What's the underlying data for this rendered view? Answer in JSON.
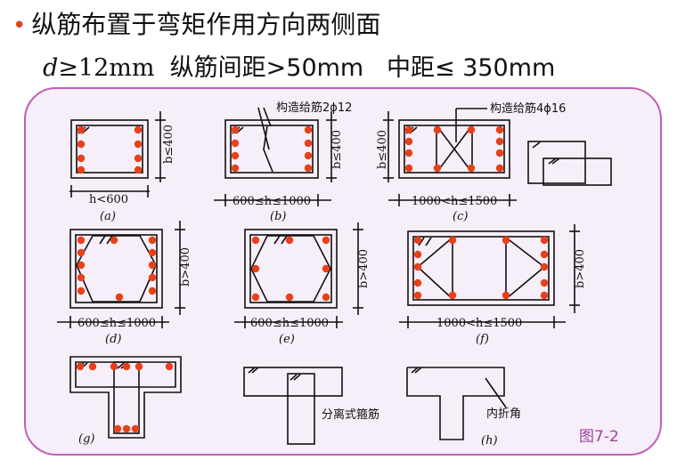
{
  "title": "纵筋布置于弯矩作用方向两侧面",
  "subtitle": {
    "d": "d",
    "ge12": "≥12mm",
    "spacing_cn": "纵筋间距>50mm",
    "center_cn": "中距≤ 350mm"
  },
  "labels": {
    "a_dim": "h<600",
    "a_b": "b≤400",
    "a_cap": "(a)",
    "b_dim": "600≤h≤1000",
    "b_b": "b≤400",
    "b_cap": "(b)",
    "b_note": "构造给筋2ϕ12",
    "c_dim": "1000<h≤1500",
    "c_b": "b≤400",
    "c_cap": "(c)",
    "c_note": "构造给筋4ϕ16",
    "d_dim": "600≤h≤1000",
    "d_b": "b>400",
    "d_cap": "(d)",
    "e_dim": "600≤h≤1000",
    "e_b": "b>400",
    "e_cap": "(e)",
    "f_dim": "1000<h≤1500",
    "f_b": "b>400",
    "f_cap": "(f)",
    "g_cap": "(g)",
    "split_note": "分离式箍筋",
    "h_cap": "(h)",
    "h_note": "内折角",
    "fig_no": "图7-2"
  },
  "colors": {
    "rebar": "#e8401a",
    "panel_border": "#c060b8",
    "panel_bg": "#f6eef8",
    "fig_no": "#a040a0"
  }
}
